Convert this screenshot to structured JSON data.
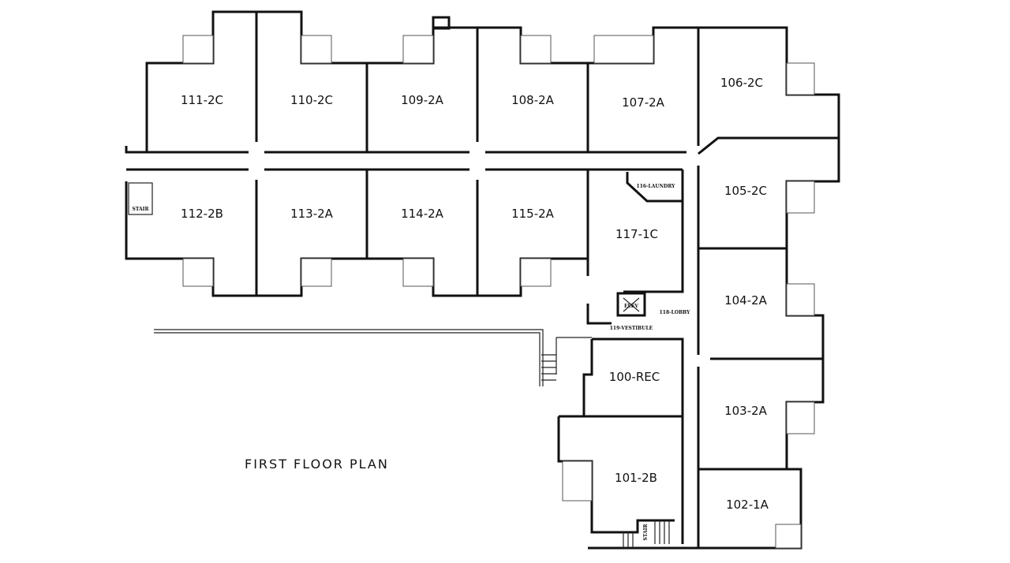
{
  "title": "FIRST FLOOR PLAN",
  "rooms": {
    "r111": "111-2C",
    "r110": "110-2C",
    "r109": "109-2A",
    "r108": "108-2A",
    "r107": "107-2A",
    "r106": "106-2C",
    "r105": "105-2C",
    "r104": "104-2A",
    "r103": "103-2A",
    "r102": "102-1A",
    "r101": "101-2B",
    "r100": "100-REC",
    "r112": "112-2B",
    "r113": "113-2A",
    "r114": "114-2A",
    "r115": "115-2A",
    "r117": "117-1C"
  },
  "small_labels": {
    "laundry": "116-LAUNDRY",
    "lobby": "118-LOBBY",
    "vestibule": "119-VESTIBULE",
    "elev": "ELEV",
    "stair_west": "STAIR",
    "stair_south": "STAIR"
  }
}
